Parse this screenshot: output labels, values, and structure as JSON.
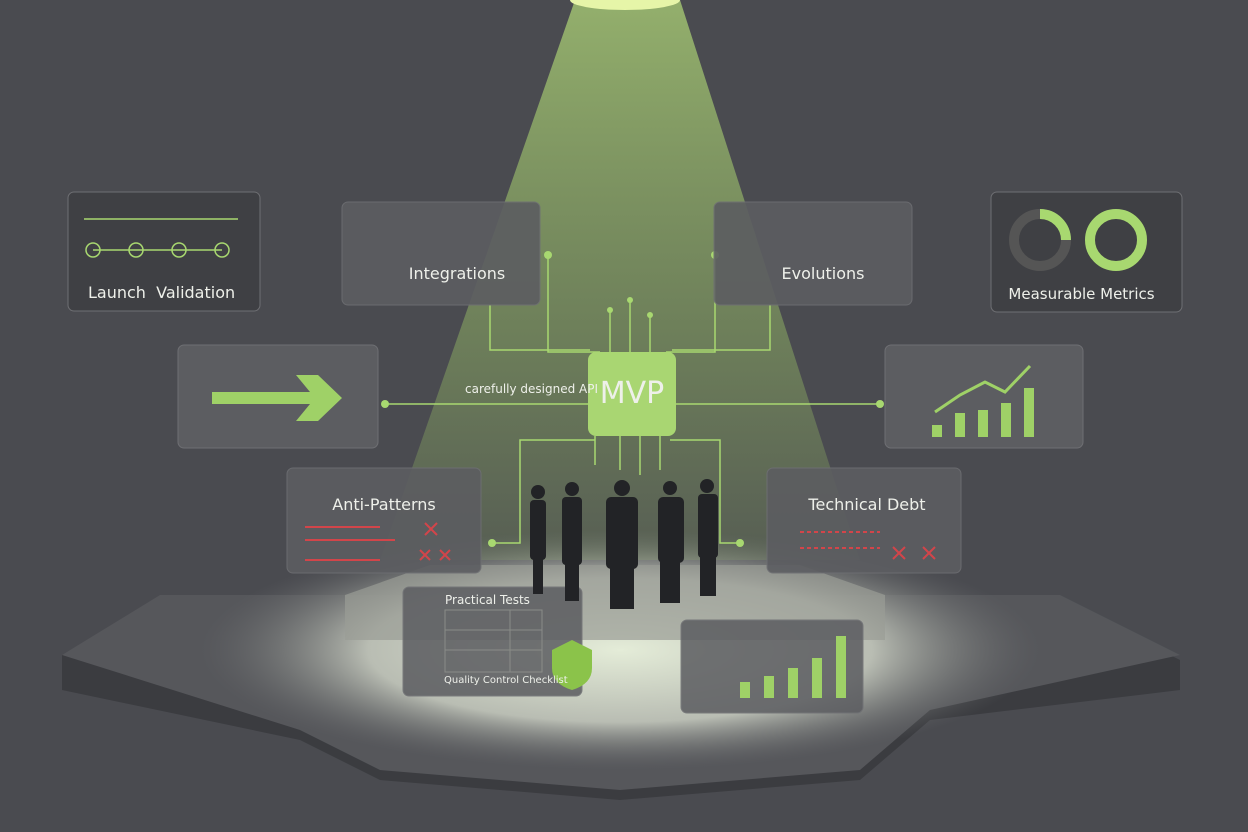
{
  "center": {
    "label": "MVP",
    "api_label": "carefully designed API"
  },
  "panels": {
    "launch_validation": "Launch  Validation",
    "integrations": "Integrations",
    "evolutions": "Evolutions",
    "measurable_metrics": "Measurable Metrics",
    "anti_patterns": "Anti-Patterns",
    "technical_debt": "Technical Debt"
  },
  "tests_card": {
    "title": "Practical Tests",
    "footer": "Quality Control Checklist"
  },
  "colors": {
    "background": "#4a4b50",
    "accent": "#9fd167",
    "panel": "#5c5d61",
    "error": "#d2454a"
  }
}
